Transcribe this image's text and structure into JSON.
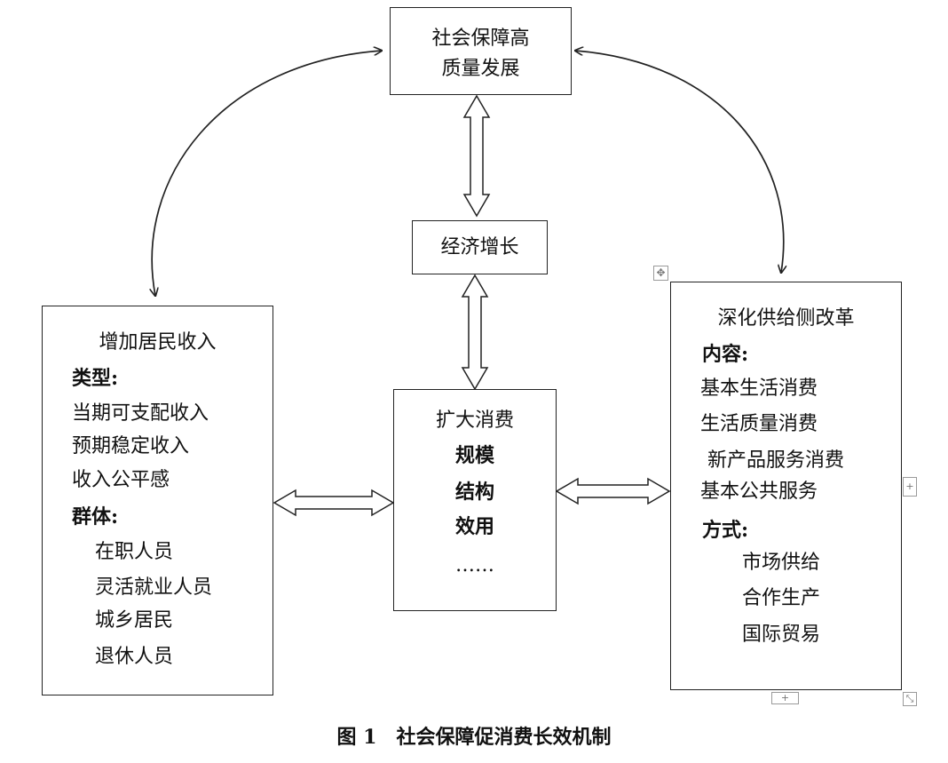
{
  "top_node": {
    "line1": "社会保障高",
    "line2": "质量发展"
  },
  "growth_node": {
    "label": "经济增长"
  },
  "income_node": {
    "title": "增加居民收入",
    "type_heading": "类型:",
    "types": [
      "当期可支配收入",
      "预期稳定收入",
      "收入公平感"
    ],
    "group_heading": "群体:",
    "groups": [
      "在职人员",
      "灵活就业人员",
      "城乡居民",
      "退休人员"
    ]
  },
  "consumption_node": {
    "title": "扩大消费",
    "dimensions": [
      "规模",
      "结构",
      "效用"
    ],
    "ellipsis": "……"
  },
  "reform_node": {
    "title": "深化供给侧改革",
    "content_heading": "内容:",
    "contents": [
      "基本生活消费",
      "生活质量消费",
      "新产品服务消费",
      "基本公共服务"
    ],
    "method_heading": "方式:",
    "methods": [
      "市场供给",
      "合作生产",
      "国际贸易"
    ]
  },
  "caption": "图 1　社会保障促消费长效机制"
}
